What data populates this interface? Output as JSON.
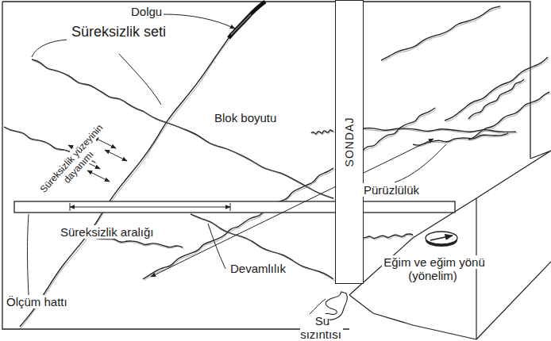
{
  "diagram": {
    "nodes": [
      {
        "text": [
          "SONDAJ"
        ]
      }
    ],
    "labels": [
      "Dolgu",
      "Süreksizlik seti",
      "Blok boyutu",
      "Süreksizlik yüzeyinin dayanımı",
      "Pürüzlülük",
      "Süreksizlik aralığı",
      "Devamlılık",
      "Eğim ve eğim yönü (yönelim)",
      "Ölçüm hattı",
      "Su sızıntısı"
    ]
  }
}
